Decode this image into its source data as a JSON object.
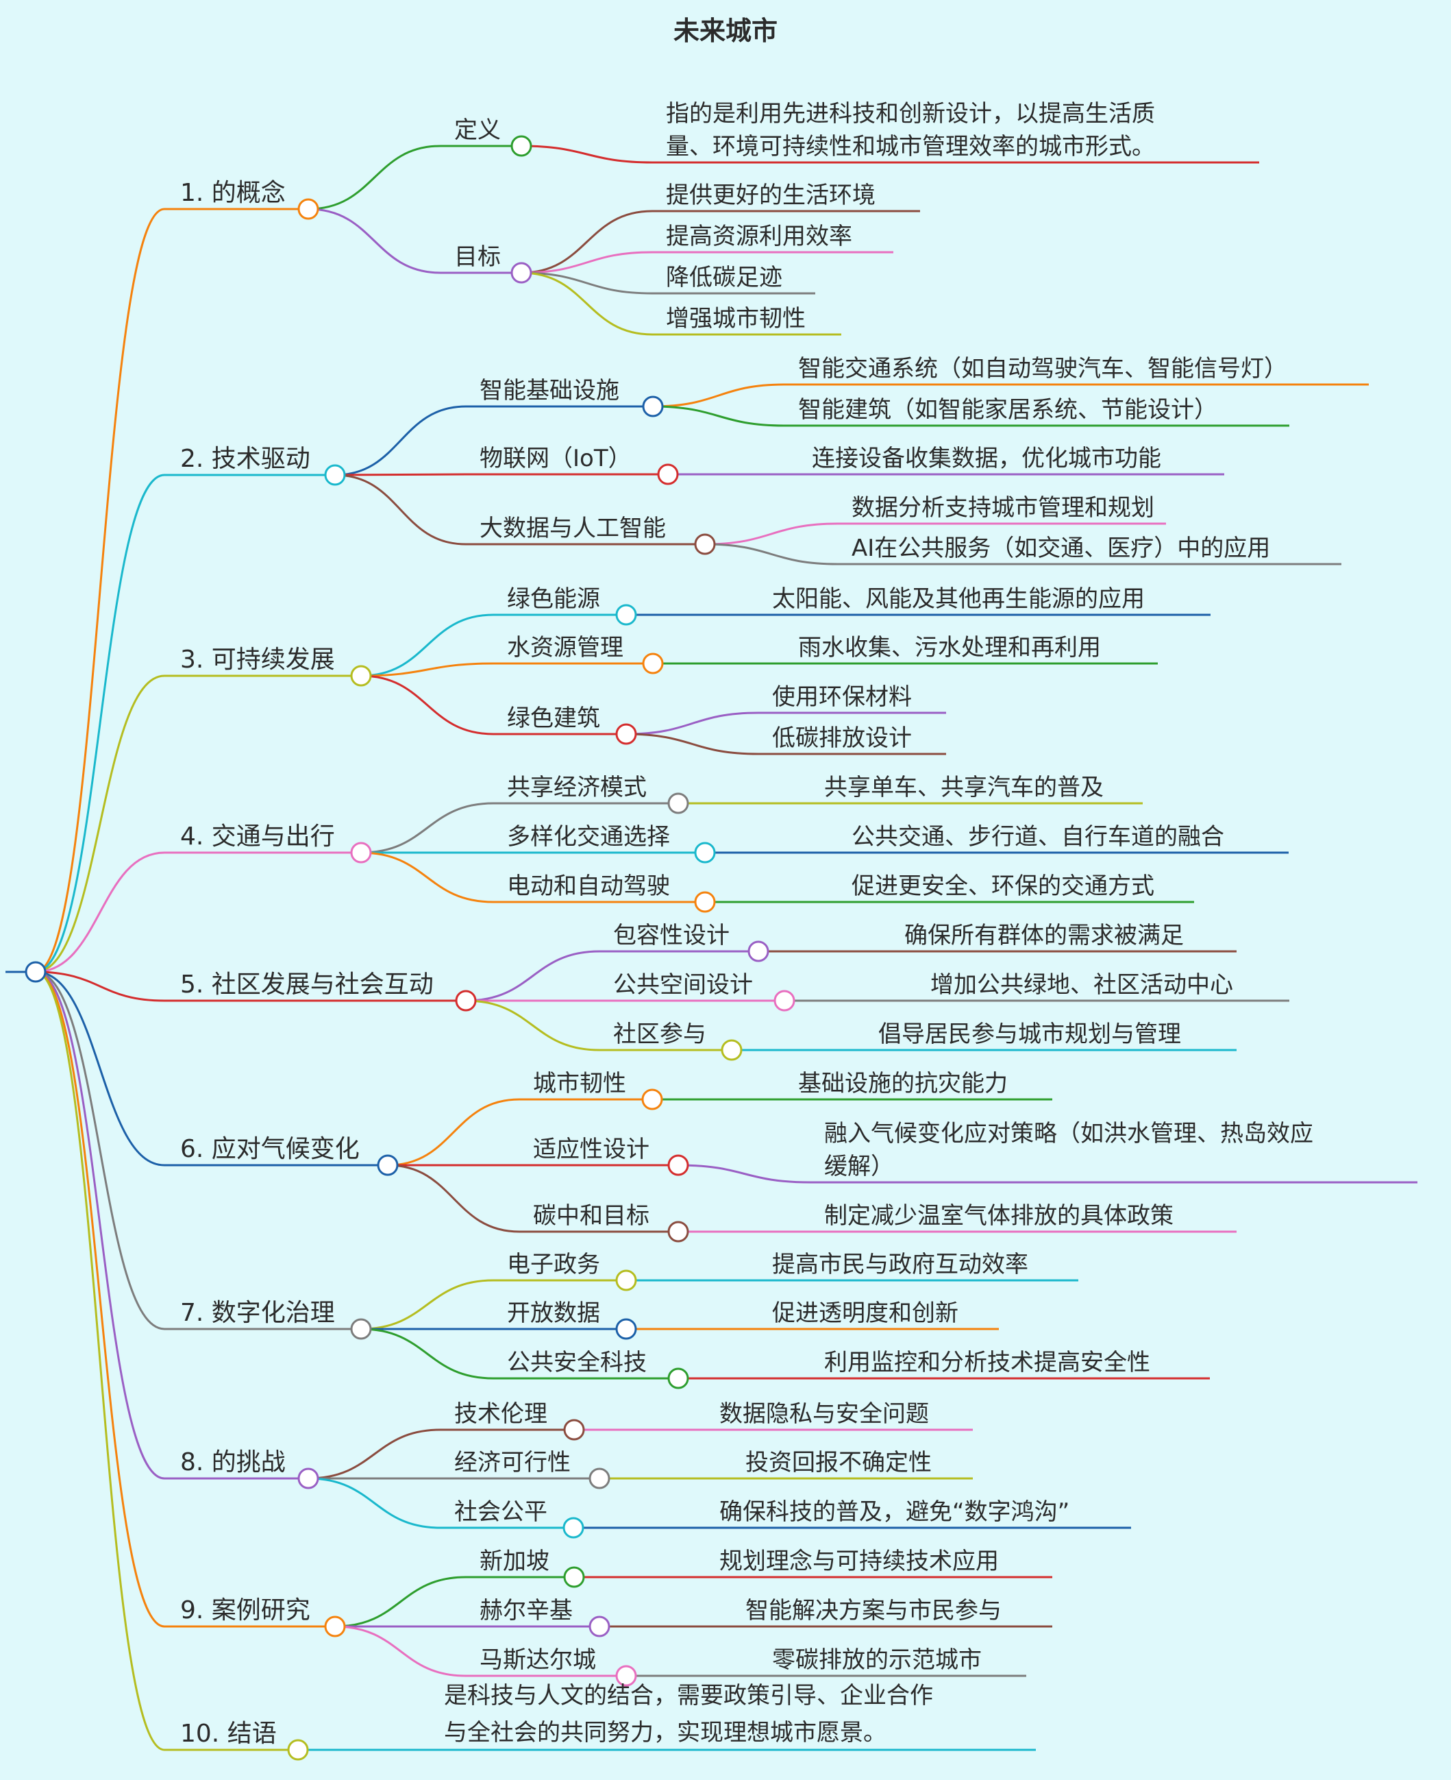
{
  "title": "未来城市",
  "colors": {
    "orange": "#f5820d",
    "cyan": "#1ab8cc",
    "olive": "#b5bd20",
    "pink": "#e86fbf",
    "red": "#d42d2d",
    "blue": "#1c60a8",
    "gray": "#7d7d7d",
    "purple": "#9a5fc4",
    "green": "#2e9e2e",
    "brown": "#8b4c3f"
  },
  "branches": [
    {
      "label": "1. 的概念",
      "color": "orange",
      "children": [
        {
          "label": "定义",
          "color": "green",
          "children": [
            {
              "label": "指的是利用先进科技和创新设计，以提高生活质",
              "label2": "量、环境可持续性和城市管理效率的城市形式。",
              "color": "red"
            }
          ]
        },
        {
          "label": "目标",
          "color": "purple",
          "children": [
            {
              "label": "提供更好的生活环境",
              "color": "brown"
            },
            {
              "label": "提高资源利用效率",
              "color": "pink"
            },
            {
              "label": "降低碳足迹",
              "color": "gray"
            },
            {
              "label": "增强城市韧性",
              "color": "olive"
            }
          ]
        }
      ]
    },
    {
      "label": "2. 技术驱动",
      "color": "cyan",
      "children": [
        {
          "label": "智能基础设施",
          "color": "blue",
          "children": [
            {
              "label": "智能交通系统（如自动驾驶汽车、智能信号灯）",
              "color": "orange"
            },
            {
              "label": "智能建筑（如智能家居系统、节能设计）",
              "color": "green"
            }
          ]
        },
        {
          "label": "物联网（IoT）",
          "color": "red",
          "children": [
            {
              "label": "连接设备收集数据，优化城市功能",
              "color": "purple"
            }
          ]
        },
        {
          "label": "大数据与人工智能",
          "color": "brown",
          "children": [
            {
              "label": "数据分析支持城市管理和规划",
              "color": "pink"
            },
            {
              "label": "AI在公共服务（如交通、医疗）中的应用",
              "color": "gray"
            }
          ]
        }
      ]
    },
    {
      "label": "3. 可持续发展",
      "color": "olive",
      "children": [
        {
          "label": "绿色能源",
          "color": "cyan",
          "children": [
            {
              "label": "太阳能、风能及其他再生能源的应用",
              "color": "blue"
            }
          ]
        },
        {
          "label": "水资源管理",
          "color": "orange",
          "children": [
            {
              "label": "雨水收集、污水处理和再利用",
              "color": "green"
            }
          ]
        },
        {
          "label": "绿色建筑",
          "color": "red",
          "children": [
            {
              "label": "使用环保材料",
              "color": "purple"
            },
            {
              "label": "低碳排放设计",
              "color": "brown"
            }
          ]
        }
      ]
    },
    {
      "label": "4. 交通与出行",
      "color": "pink",
      "children": [
        {
          "label": "共享经济模式",
          "color": "gray",
          "children": [
            {
              "label": "共享单车、共享汽车的普及",
              "color": "olive"
            }
          ]
        },
        {
          "label": "多样化交通选择",
          "color": "cyan",
          "children": [
            {
              "label": "公共交通、步行道、自行车道的融合",
              "color": "blue"
            }
          ]
        },
        {
          "label": "电动和自动驾驶",
          "color": "orange",
          "children": [
            {
              "label": "促进更安全、环保的交通方式",
              "color": "green"
            }
          ]
        }
      ]
    },
    {
      "label": "5. 社区发展与社会互动",
      "color": "red",
      "children": [
        {
          "label": "包容性设计",
          "color": "purple",
          "children": [
            {
              "label": "确保所有群体的需求被满足",
              "color": "brown"
            }
          ]
        },
        {
          "label": "公共空间设计",
          "color": "pink",
          "children": [
            {
              "label": "增加公共绿地、社区活动中心",
              "color": "gray"
            }
          ]
        },
        {
          "label": "社区参与",
          "color": "olive",
          "children": [
            {
              "label": "倡导居民参与城市规划与管理",
              "color": "cyan"
            }
          ]
        }
      ]
    },
    {
      "label": "6. 应对气候变化",
      "color": "blue",
      "children": [
        {
          "label": "城市韧性",
          "color": "orange",
          "children": [
            {
              "label": "基础设施的抗灾能力",
              "color": "green"
            }
          ]
        },
        {
          "label": "适应性设计",
          "color": "red",
          "children": [
            {
              "label": "融入气候变化应对策略（如洪水管理、热岛效应",
              "label2": "缓解）",
              "color": "purple"
            }
          ]
        },
        {
          "label": "碳中和目标",
          "color": "brown",
          "children": [
            {
              "label": "制定减少温室气体排放的具体政策",
              "color": "pink"
            }
          ]
        }
      ]
    },
    {
      "label": "7. 数字化治理",
      "color": "gray",
      "children": [
        {
          "label": "电子政务",
          "color": "olive",
          "children": [
            {
              "label": "提高市民与政府互动效率",
              "color": "cyan"
            }
          ]
        },
        {
          "label": "开放数据",
          "color": "blue",
          "children": [
            {
              "label": "促进透明度和创新",
              "color": "orange"
            }
          ]
        },
        {
          "label": "公共安全科技",
          "color": "green",
          "children": [
            {
              "label": "利用监控和分析技术提高安全性",
              "color": "red"
            }
          ]
        }
      ]
    },
    {
      "label": "8. 的挑战",
      "color": "purple",
      "children": [
        {
          "label": "技术伦理",
          "color": "brown",
          "children": [
            {
              "label": "数据隐私与安全问题",
              "color": "pink"
            }
          ]
        },
        {
          "label": "经济可行性",
          "color": "gray",
          "children": [
            {
              "label": "投资回报不确定性",
              "color": "olive"
            }
          ]
        },
        {
          "label": "社会公平",
          "color": "cyan",
          "children": [
            {
              "label": "确保科技的普及，避免“数字鸿沟”",
              "color": "blue"
            }
          ]
        }
      ]
    },
    {
      "label": "9. 案例研究",
      "color": "orange",
      "children": [
        {
          "label": "新加坡",
          "color": "green",
          "children": [
            {
              "label": "规划理念与可持续技术应用",
              "color": "red"
            }
          ]
        },
        {
          "label": "赫尔辛基",
          "color": "purple",
          "children": [
            {
              "label": "智能解决方案与市民参与",
              "color": "brown"
            }
          ]
        },
        {
          "label": "马斯达尔城",
          "color": "pink",
          "children": [
            {
              "label": "零碳排放的示范城市",
              "color": "gray"
            }
          ]
        }
      ]
    },
    {
      "label": "10. 结语",
      "color": "olive",
      "children": [
        {
          "label": "是科技与人文的结合，需要政策引导、企业合作",
          "label2": "与全社会的共同努力，实现理想城市愿景。",
          "color": "cyan"
        }
      ]
    }
  ]
}
